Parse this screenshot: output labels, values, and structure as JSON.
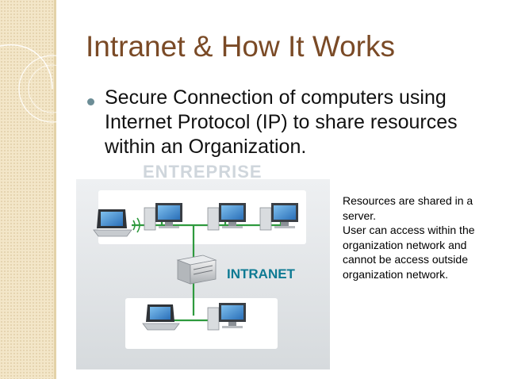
{
  "slide": {
    "title": "Intranet & How It Works",
    "bullet": "Secure Connection of computers using Internet Protocol (IP) to share resources within an Organization.",
    "annotation": "Resources are shared in a server.\nUser can access within the organization network and cannot be access outside organization network."
  },
  "diagram": {
    "enterprise_label": "ENTREPRISE",
    "intranet_label": "INTRANET"
  },
  "colors": {
    "title": "#7a4a26",
    "bullet_marker": "#6c8d96",
    "network_line": "#2e9a3e",
    "intranet_label": "#0e7a93",
    "sidebar": "#f3e6c8"
  },
  "icons": [
    "laptop-icon",
    "wifi-icon",
    "desktop-icon",
    "server-icon"
  ]
}
